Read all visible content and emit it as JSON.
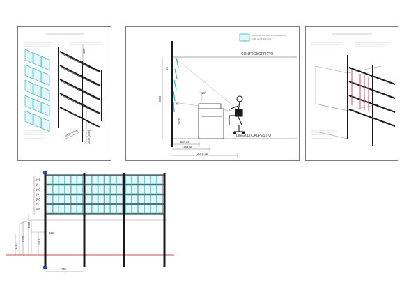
{
  "left_panel": {
    "dim_depth": "1400 (min)",
    "dim_height": "3600 (mín)",
    "dim_top": "130"
  },
  "center_panel": {
    "legend_title": "POSICIÓN DE POSICIONAMIENTO",
    "legend_sub": "(300 mm X 400 mm)",
    "ceiling_label": "CONTROSOFFITTO",
    "floor_label": "LINEA DI CALPESTIO",
    "dim_height": "2800",
    "dim_top_a": "90",
    "dim_mid_a": "79",
    "dim_mid_b": "1105",
    "dim_row_a": "803,86",
    "dim_row_b": "1462,99",
    "dim_row_c": "2070,36",
    "angle_label": "15°"
  },
  "bottom_panel": {
    "row_heights": [
      "165",
      "15",
      "165",
      "15",
      "165",
      "15",
      "165"
    ],
    "dim_left_a": "2230",
    "dim_left_b": "1240",
    "dim_left_c": "1121",
    "dim_left_d": "1675",
    "dim_mid": "225",
    "dim_bottom": "1350"
  },
  "colors": {
    "screen_cyan": "#3fb8c4",
    "frame_black": "#1a1a1a",
    "accent_red": "#e0567a",
    "floor_red": "#c0504d",
    "foot_blue": "#2a4db8"
  }
}
